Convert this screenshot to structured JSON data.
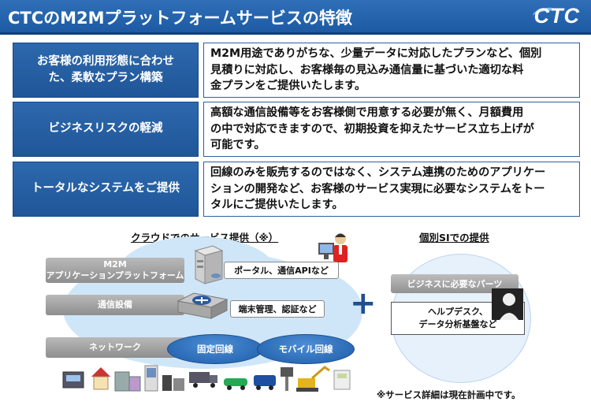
{
  "header": {
    "title": "CTCのM2Mプラットフォームサービスの特徴",
    "logo_text": "CTC"
  },
  "features": [
    {
      "label_lines": [
        "お客様の利用形態に合わせ",
        "た、柔軟なプラン構築"
      ],
      "desc_lines": [
        "M2M用途でありがちな、少量データに対応したプランなど、個別",
        "見積りに対応し、お客様毎の見込み通信量に基づいた適切な料",
        "金プランをご提供いたします。"
      ]
    },
    {
      "label_lines": [
        "ビジネスリスクの軽減"
      ],
      "desc_lines": [
        "高額な通信設備等をお客様側で用意する必要が無く、月額費用",
        "の中で対応できますので、初期投資を抑えたサービス立ち上げが",
        "可能です。"
      ]
    },
    {
      "label_lines": [
        "トータルなシステムをご提供"
      ],
      "desc_lines": [
        "回線のみを販売するのではなく、システム連携のためのアプリケー",
        "ションの開発など、お客様のサービス実現に必要なシステムをトー",
        "タルにご提供いたします。"
      ]
    }
  ],
  "cloud_section": {
    "title": "クラウドでのサービス提供（※）",
    "layers": {
      "app_line1": "M2M",
      "app_line2": "アプリケーションプラットフォーム",
      "comm": "通信設備",
      "network": "ネットワーク"
    },
    "tags": {
      "portal": "ポータル、通信APIなど",
      "device": "端末管理、認証など"
    },
    "lines": {
      "fixed": "固定回線",
      "mobile": "モバイル回線"
    }
  },
  "si_section": {
    "title": "個別SIでの提供",
    "parts": "ビジネスに必要なパーツ",
    "services_line1": "ヘルプデスク、",
    "services_line2": "データ分析基盤など"
  },
  "plus_sign": "+",
  "note": "※サービス詳細は現在計画中です。",
  "colors": {
    "header_blue": "#1d5aa3",
    "label_blue": "#1f5698",
    "cloud_blue": "#cfe6f8",
    "layer_gray": "#8e8e8e",
    "oval_blue": "#1e5ca8"
  }
}
